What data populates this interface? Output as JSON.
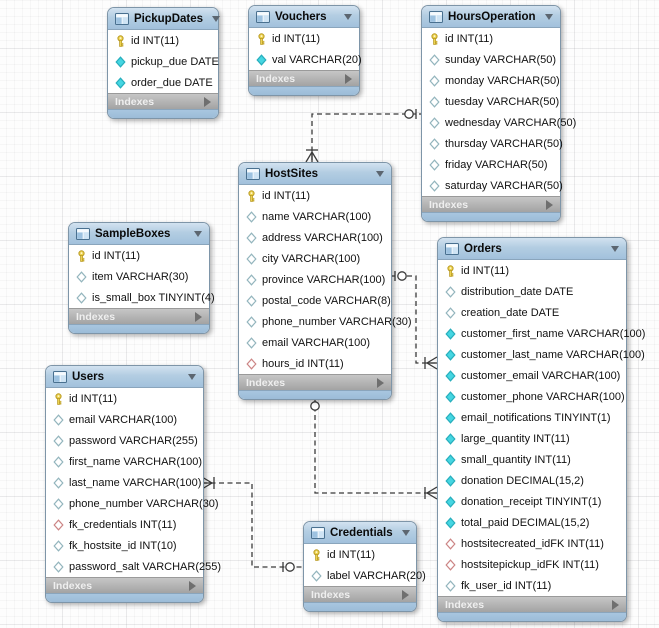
{
  "diagram": {
    "footer_label": "Indexes",
    "accent_colors": {
      "header_blue": "#a2c1dc",
      "indexes_gray": "#ababab",
      "key_yellow": "#e8ce43",
      "attr_filled_cyan": "#45d6e2",
      "attr_hollow_outline": "#93b5bd",
      "fk_red_outline": "#cc8585",
      "wire_color": "#3a3a3a"
    },
    "icon_legend": {
      "key": "primary-key-icon",
      "filled": "required-attribute-icon",
      "hollow": "nullable-attribute-icon",
      "fk": "foreign-key-icon"
    }
  },
  "tables": [
    {
      "name": "PickupDates",
      "columns": [
        {
          "label": "id INT(11)",
          "icon": "key"
        },
        {
          "label": "pickup_due DATE",
          "icon": "filled"
        },
        {
          "label": "order_due DATE",
          "icon": "filled"
        }
      ]
    },
    {
      "name": "Vouchers",
      "columns": [
        {
          "label": "id INT(11)",
          "icon": "key"
        },
        {
          "label": "val VARCHAR(20)",
          "icon": "filled"
        }
      ]
    },
    {
      "name": "HoursOperation",
      "columns": [
        {
          "label": "id INT(11)",
          "icon": "key"
        },
        {
          "label": "sunday VARCHAR(50)",
          "icon": "hollow"
        },
        {
          "label": "monday VARCHAR(50)",
          "icon": "hollow"
        },
        {
          "label": "tuesday VARCHAR(50)",
          "icon": "hollow"
        },
        {
          "label": "wednesday VARCHAR(50)",
          "icon": "hollow"
        },
        {
          "label": "thursday VARCHAR(50)",
          "icon": "hollow"
        },
        {
          "label": "friday VARCHAR(50)",
          "icon": "hollow"
        },
        {
          "label": "saturday VARCHAR(50)",
          "icon": "hollow"
        }
      ]
    },
    {
      "name": "HostSites",
      "columns": [
        {
          "label": "id INT(11)",
          "icon": "key"
        },
        {
          "label": "name VARCHAR(100)",
          "icon": "hollow"
        },
        {
          "label": "address VARCHAR(100)",
          "icon": "hollow"
        },
        {
          "label": "city VARCHAR(100)",
          "icon": "hollow"
        },
        {
          "label": "province VARCHAR(100)",
          "icon": "hollow"
        },
        {
          "label": "postal_code VARCHAR(8)",
          "icon": "hollow"
        },
        {
          "label": "phone_number VARCHAR(30)",
          "icon": "hollow"
        },
        {
          "label": "email VARCHAR(100)",
          "icon": "hollow"
        },
        {
          "label": "hours_id INT(11)",
          "icon": "fk"
        }
      ]
    },
    {
      "name": "SampleBoxes",
      "columns": [
        {
          "label": "id INT(11)",
          "icon": "key"
        },
        {
          "label": "item VARCHAR(30)",
          "icon": "hollow"
        },
        {
          "label": "is_small_box TINYINT(4)",
          "icon": "hollow"
        }
      ]
    },
    {
      "name": "Users",
      "columns": [
        {
          "label": "id INT(11)",
          "icon": "key"
        },
        {
          "label": "email VARCHAR(100)",
          "icon": "hollow"
        },
        {
          "label": "password VARCHAR(255)",
          "icon": "hollow"
        },
        {
          "label": "first_name VARCHAR(100)",
          "icon": "hollow"
        },
        {
          "label": "last_name VARCHAR(100)",
          "icon": "hollow"
        },
        {
          "label": "phone_number VARCHAR(30)",
          "icon": "hollow"
        },
        {
          "label": "fk_credentials INT(11)",
          "icon": "fk"
        },
        {
          "label": "fk_hostsite_id INT(10)",
          "icon": "hollow"
        },
        {
          "label": "password_salt VARCHAR(255)",
          "icon": "hollow"
        }
      ]
    },
    {
      "name": "Orders",
      "columns": [
        {
          "label": "id INT(11)",
          "icon": "key"
        },
        {
          "label": "distribution_date DATE",
          "icon": "hollow"
        },
        {
          "label": "creation_date DATE",
          "icon": "hollow"
        },
        {
          "label": "customer_first_name VARCHAR(100)",
          "icon": "filled"
        },
        {
          "label": "customer_last_name VARCHAR(100)",
          "icon": "filled"
        },
        {
          "label": "customer_email VARCHAR(100)",
          "icon": "filled"
        },
        {
          "label": "customer_phone VARCHAR(100)",
          "icon": "filled"
        },
        {
          "label": "email_notifications TINYINT(1)",
          "icon": "filled"
        },
        {
          "label": "large_quantity INT(11)",
          "icon": "filled"
        },
        {
          "label": "small_quantity INT(11)",
          "icon": "filled"
        },
        {
          "label": "donation DECIMAL(15,2)",
          "icon": "filled"
        },
        {
          "label": "donation_receipt TINYINT(1)",
          "icon": "filled"
        },
        {
          "label": "total_paid DECIMAL(15,2)",
          "icon": "filled"
        },
        {
          "label": "hostsitecreated_idFK INT(11)",
          "icon": "fk"
        },
        {
          "label": "hostsitepickup_idFK INT(11)",
          "icon": "fk"
        },
        {
          "label": "fk_user_id INT(11)",
          "icon": "hollow"
        }
      ]
    },
    {
      "name": "Credentials",
      "columns": [
        {
          "label": "id INT(11)",
          "icon": "key"
        },
        {
          "label": "label VARCHAR(20)",
          "icon": "hollow"
        }
      ]
    }
  ],
  "relationships": [
    {
      "id": "hostsites-hoursoperation",
      "many_end": "HostSites",
      "one_end": "HoursOperation",
      "many_cardinality": "one-or-many",
      "one_cardinality": "zero-or-one",
      "line_style": "dashed"
    },
    {
      "id": "orders-hostsites-a",
      "many_end": "Orders",
      "one_end": "HostSites",
      "many_cardinality": "one-or-many",
      "one_cardinality": "zero-or-one",
      "line_style": "dashed"
    },
    {
      "id": "orders-hostsites-b",
      "many_end": "Orders",
      "one_end": "HostSites",
      "many_cardinality": "one-or-many",
      "one_cardinality": "zero-or-one",
      "line_style": "dashed"
    },
    {
      "id": "users-credentials",
      "many_end": "Users",
      "one_end": "Credentials",
      "many_cardinality": "one-or-many",
      "one_cardinality": "zero-or-one",
      "line_style": "dashed"
    }
  ]
}
